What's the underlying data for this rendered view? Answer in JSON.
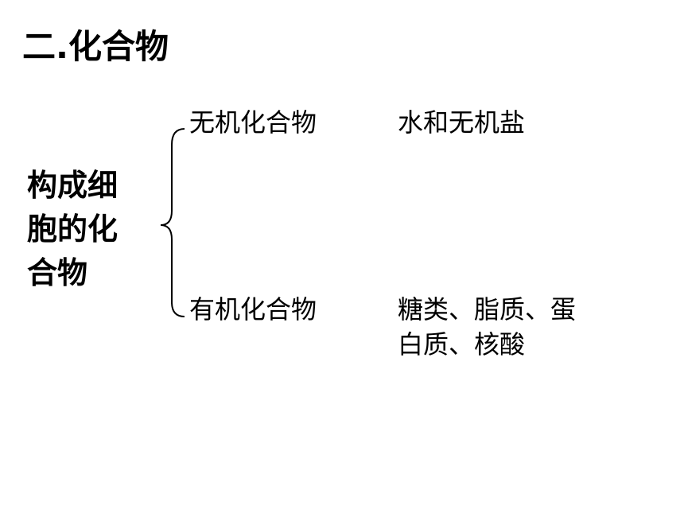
{
  "title": "二.化合物",
  "left_label": {
    "line1": "构成细",
    "line2": "胞的化",
    "line3": "合物"
  },
  "branches": [
    {
      "name": "无机化合物",
      "detail_lines": [
        "水和无机盐"
      ]
    },
    {
      "name": "有机化合物",
      "detail_lines": [
        "糖类、脂质、蛋",
        "白质、核酸"
      ]
    }
  ]
}
